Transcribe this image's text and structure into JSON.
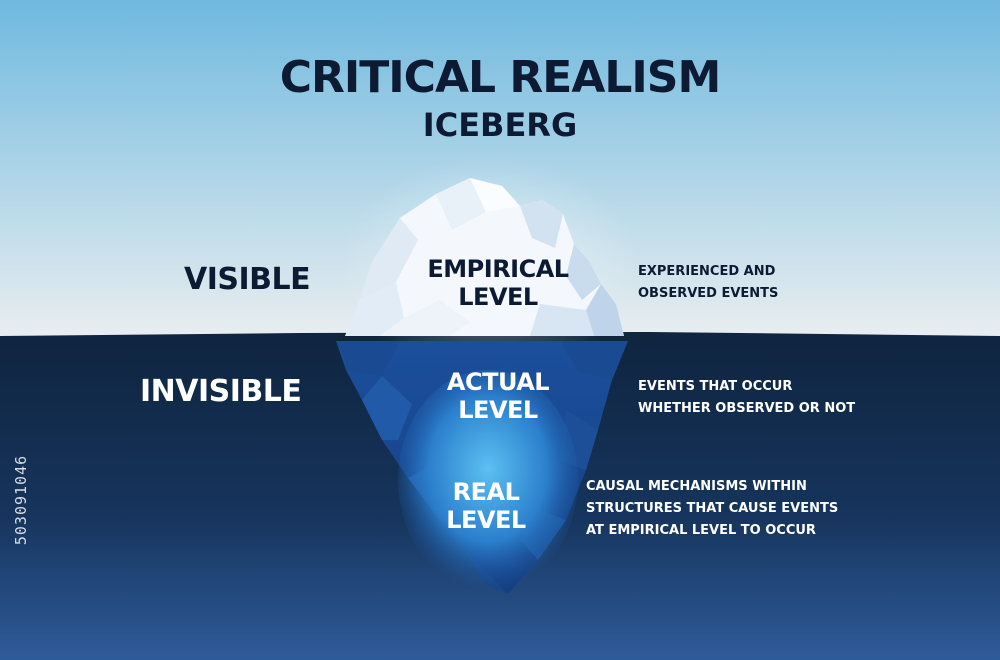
{
  "title": "CRITICAL REALISM",
  "subtitle": "ICEBERG",
  "zones": {
    "visible": "VISIBLE",
    "invisible": "INVISIBLE"
  },
  "levels": [
    {
      "line1": "EMPIRICAL",
      "line2": "LEVEL",
      "desc": [
        "EXPERIENCED AND",
        "OBSERVED EVENTS"
      ]
    },
    {
      "line1": "ACTUAL",
      "line2": "LEVEL",
      "desc": [
        "EVENTS THAT OCCUR",
        "WHETHER OBSERVED OR NOT"
      ]
    },
    {
      "line1": "REAL",
      "line2": "LEVEL",
      "desc": [
        "CAUSAL MECHANISMS WITHIN",
        "STRUCTURES THAT CAUSE EVENTS",
        "AT EMPIRICAL LEVEL TO OCCUR"
      ]
    }
  ],
  "stock_id": "503091046",
  "colors": {
    "sky_top": "#6fb9df",
    "sky_bottom": "#e9eef0",
    "water_top": "#0f2540",
    "water_bottom": "#2f5c9a",
    "ice_tip": "#f4f8fc",
    "ice_shadow": "#c9dcee",
    "ice_under": "#1e57a8",
    "ice_core": "#4fb1ec"
  }
}
